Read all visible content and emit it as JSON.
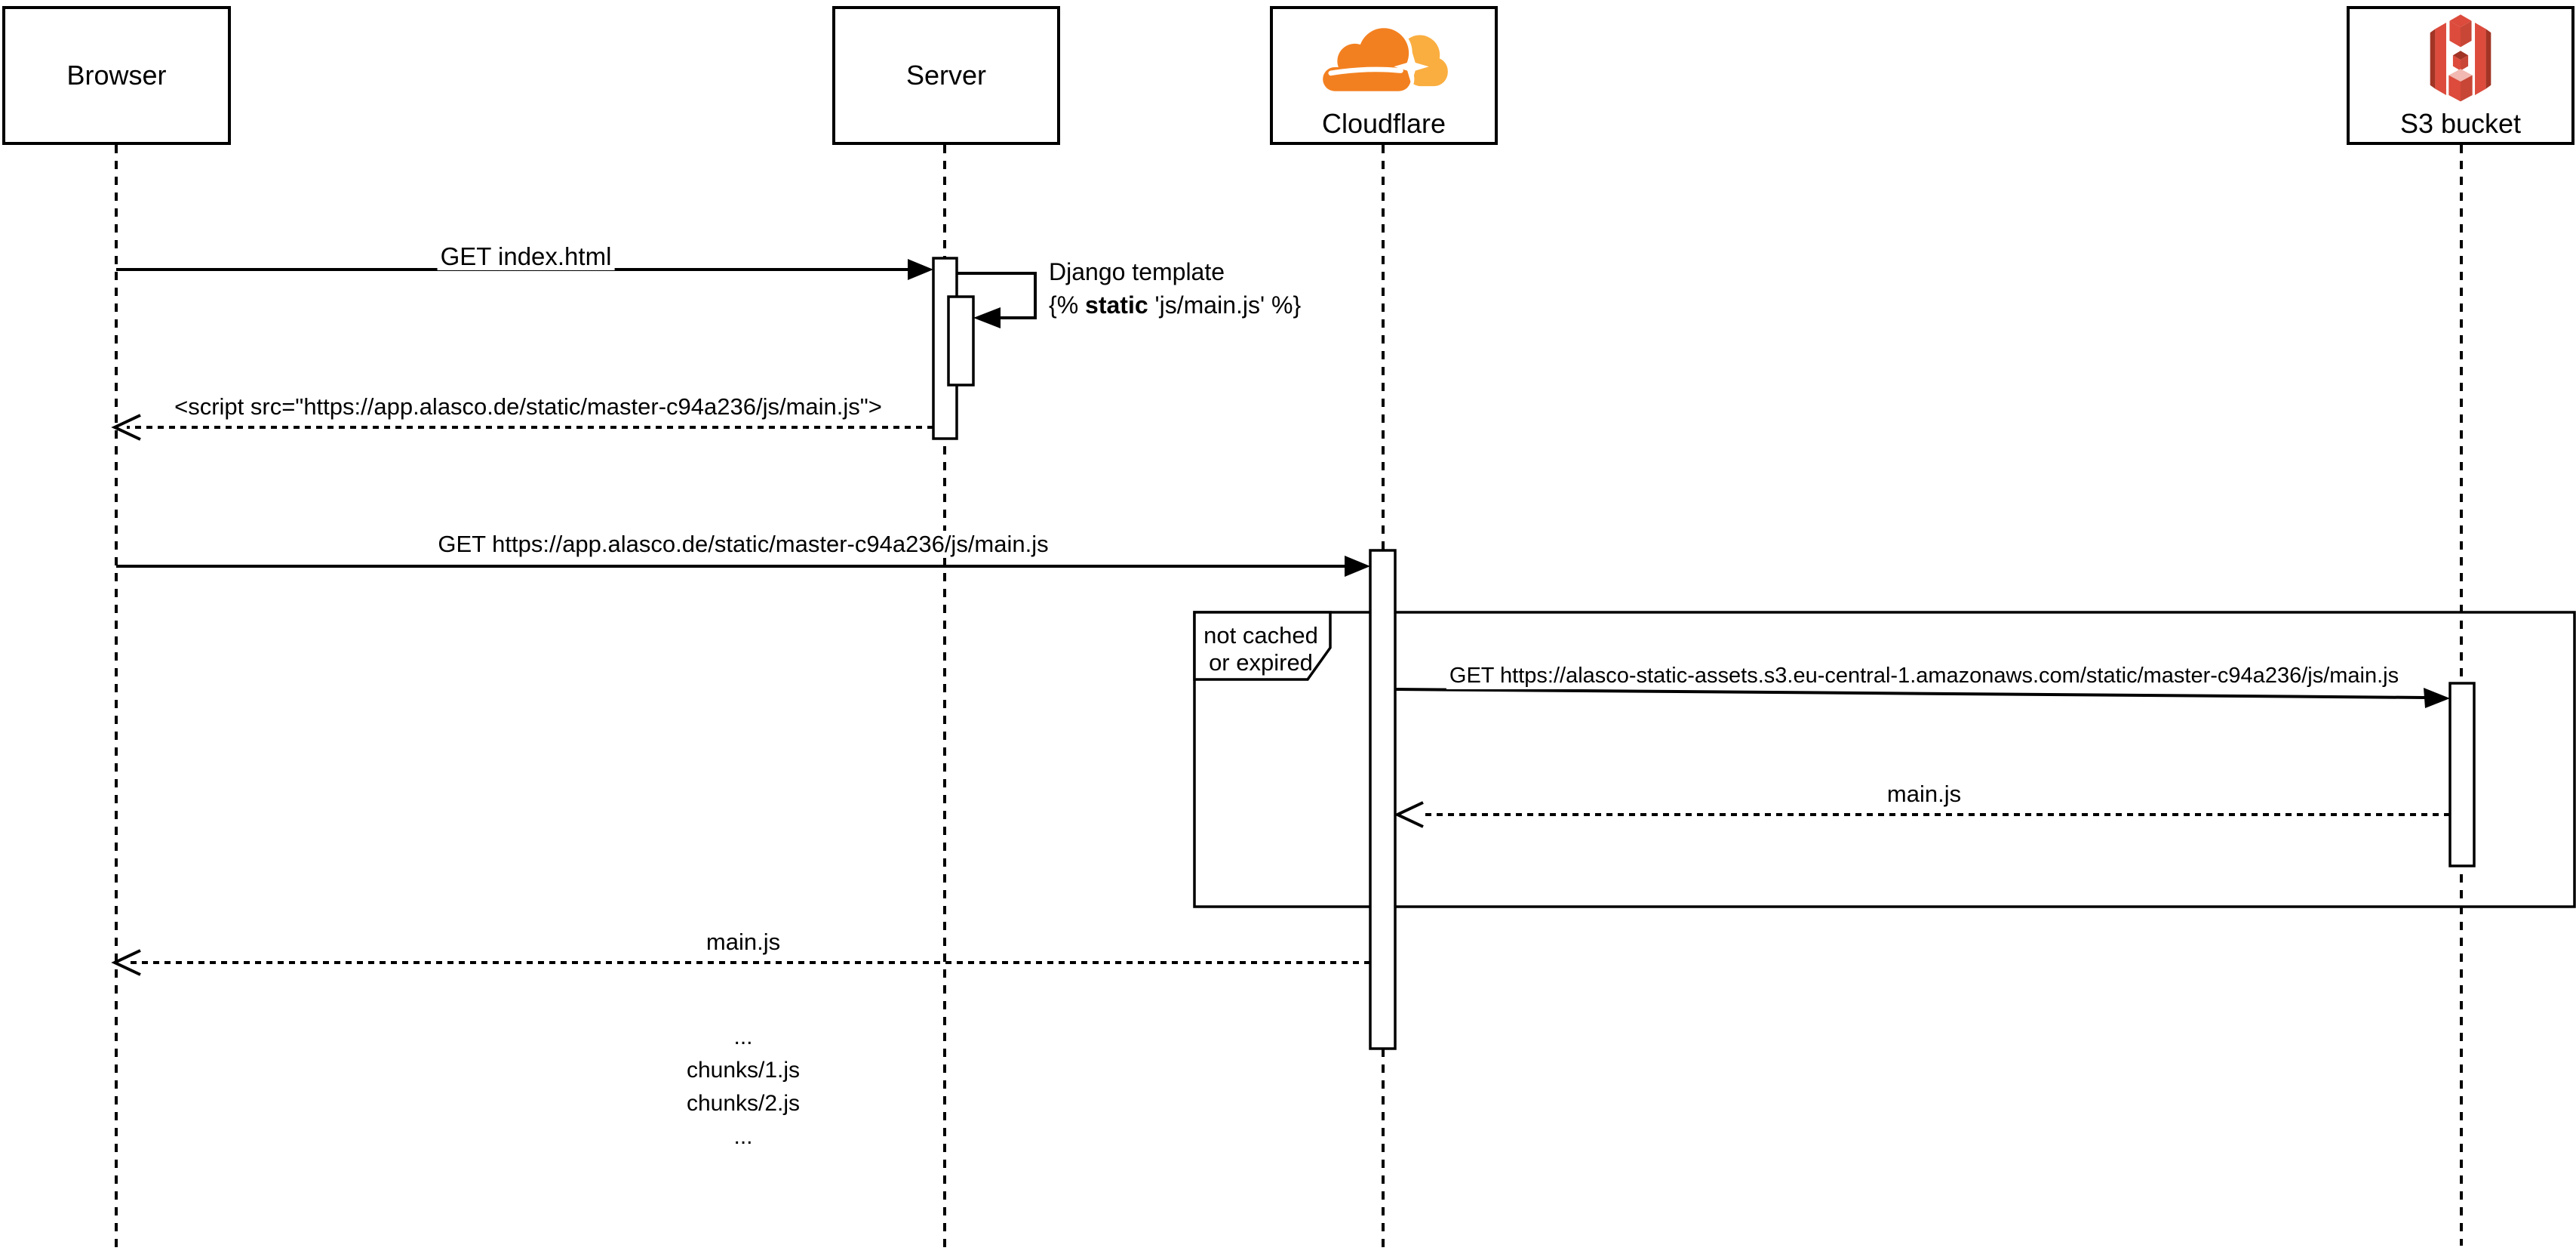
{
  "actors": {
    "browser": {
      "label": "Browser"
    },
    "server": {
      "label": "Server"
    },
    "cloudflare": {
      "label": "Cloudflare",
      "icon": "cloudflare-logo"
    },
    "s3": {
      "label": "S3 bucket",
      "icon": "s3-bucket-icon"
    }
  },
  "messages": {
    "get_index": {
      "label": "GET index.html",
      "type": "request"
    },
    "django_template": {
      "line1": "Django template",
      "line2_prefix": "{% ",
      "line2_keyword": "static",
      "line2_suffix": " 'js/main.js' %}",
      "type": "self-call"
    },
    "script_tag_response": {
      "label": "<script src=\"https://app.alasco.de/static/master-c94a236/js/main.js\">",
      "type": "response"
    },
    "get_main_js": {
      "label": "GET https://app.alasco.de/static/master-c94a236/js/main.js",
      "type": "request"
    },
    "get_s3_asset": {
      "label": "GET https://alasco-static-assets.s3.eu-central-1.amazonaws.com/static/master-c94a236/js/main.js",
      "type": "request"
    },
    "s3_response": {
      "label": "main.js",
      "type": "response"
    },
    "cloudflare_response": {
      "label": "main.js",
      "type": "response"
    }
  },
  "condition_frame": {
    "guard_line1": "not cached",
    "guard_line2": "or expired"
  },
  "followup": {
    "ellipsis_top": "...",
    "line1": "chunks/1.js",
    "line2": "chunks/2.js",
    "ellipsis_bottom": "..."
  },
  "colors": {
    "line": "#000000",
    "cloudflare_orange": "#F38020",
    "cloudflare_light_orange": "#FAAE40",
    "s3_red": "#DC4B3C",
    "s3_red_dark": "#A23425",
    "s3_red_side": "#C84636",
    "s3_red_light": "#F1B9B1"
  }
}
